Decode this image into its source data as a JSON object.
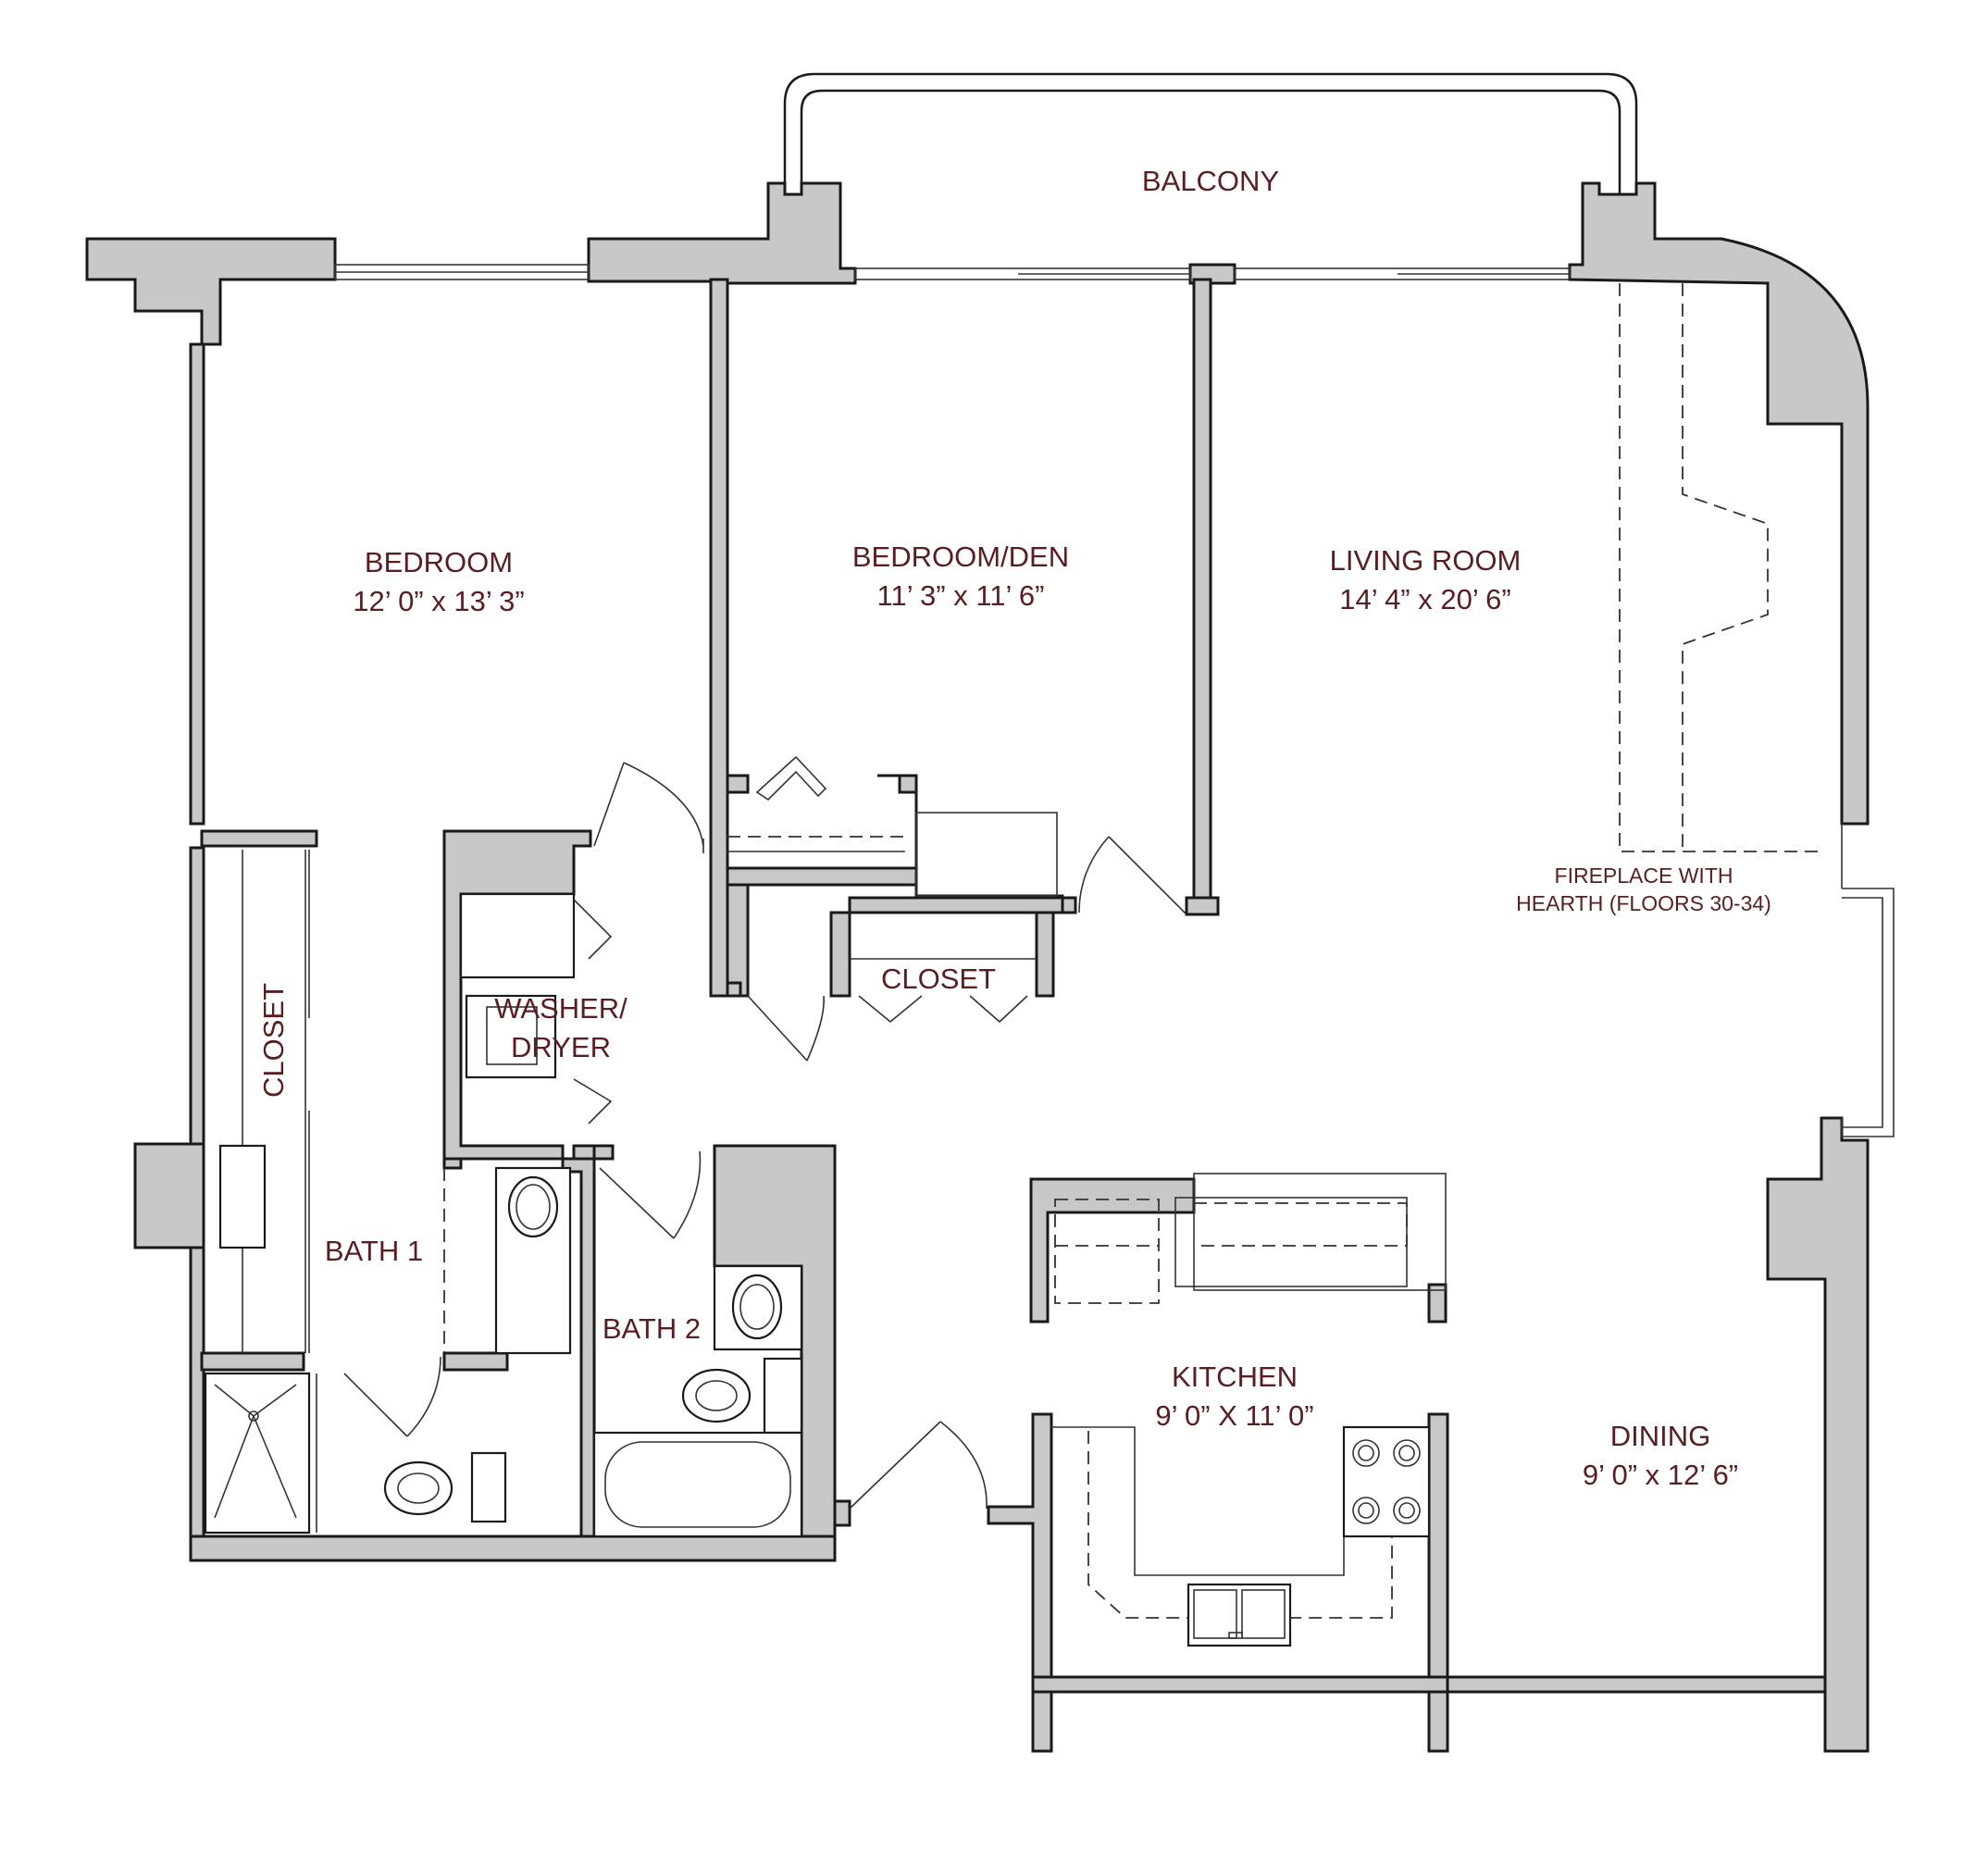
{
  "colors": {
    "label": "#5a1e22",
    "wall_fill": "#c8c8c8",
    "line": "#1a1a1a",
    "background": "#ffffff"
  },
  "rooms": {
    "balcony": {
      "name": "BALCONY"
    },
    "bedroom": {
      "name": "BEDROOM",
      "size": "12’ 0” x 13’ 3”"
    },
    "bedroom_den": {
      "name": "BEDROOM/DEN",
      "size": "11’ 3” x 11’ 6”"
    },
    "living_room": {
      "name": "LIVING ROOM",
      "size": "14’ 4” x 20’ 6”"
    },
    "fireplace": {
      "line1": "FIREPLACE WITH",
      "line2": "HEARTH (FLOORS 30-34)"
    },
    "closet_left": {
      "name": "CLOSET"
    },
    "closet_center": {
      "name": "CLOSET"
    },
    "washer_dryer": {
      "line1": "WASHER/",
      "line2": "DRYER"
    },
    "bath1": {
      "name": "BATH 1"
    },
    "bath2": {
      "name": "BATH 2"
    },
    "kitchen": {
      "name": "KITCHEN",
      "size": "9’ 0” X 11’ 0”"
    },
    "dining": {
      "name": "DINING",
      "size": "9’ 0” x 12’ 6”"
    }
  }
}
